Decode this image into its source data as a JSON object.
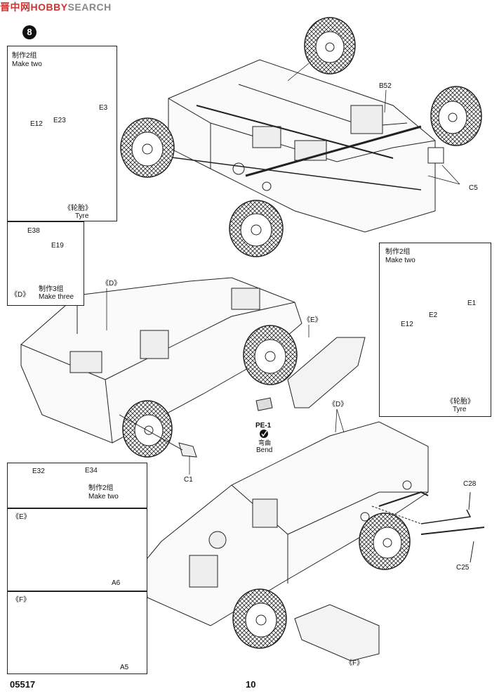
{
  "watermark": {
    "brand_part1": "HOBBY",
    "brand_part2": "SEARCH",
    "chinese": "晋中网"
  },
  "step": {
    "number": "8"
  },
  "callouts": {
    "wheel_set_top_left": {
      "make_cn": "制作2组",
      "make_en": "Make two",
      "parts": [
        "E12",
        "E23",
        "E3"
      ],
      "tyre_cn": "《轮胎》",
      "tyre_en": "Tyre"
    },
    "wheel_set_right": {
      "make_cn": "制作2组",
      "make_en": "Make two",
      "parts": [
        "E12",
        "E2",
        "E1"
      ],
      "tyre_cn": "《轮胎》",
      "tyre_en": "Tyre"
    },
    "part_d": {
      "parts": [
        "E38",
        "E19"
      ],
      "ref": "《D》",
      "make_cn": "制作3组",
      "make_en": "Make three"
    },
    "part_e32": {
      "parts": [
        "E32",
        "E34"
      ],
      "make_cn": "制作2组",
      "make_en": "Make two"
    },
    "part_e": {
      "ref": "《E》",
      "part": "A6"
    },
    "part_f": {
      "ref": "《F》",
      "part": "A5"
    }
  },
  "main_labels": {
    "b52": "B52",
    "c5": "C5",
    "c1": "C1",
    "c28": "C28",
    "c25": "C25",
    "d_ref_1": "《D》",
    "e_ref": "《E》",
    "d_ref_2": "《D》",
    "f_ref": "《F》",
    "pe1": "PE-1",
    "pe1_cn": "弯曲",
    "pe1_en": "Bend"
  },
  "footer": {
    "code": "05517",
    "page": "10"
  }
}
